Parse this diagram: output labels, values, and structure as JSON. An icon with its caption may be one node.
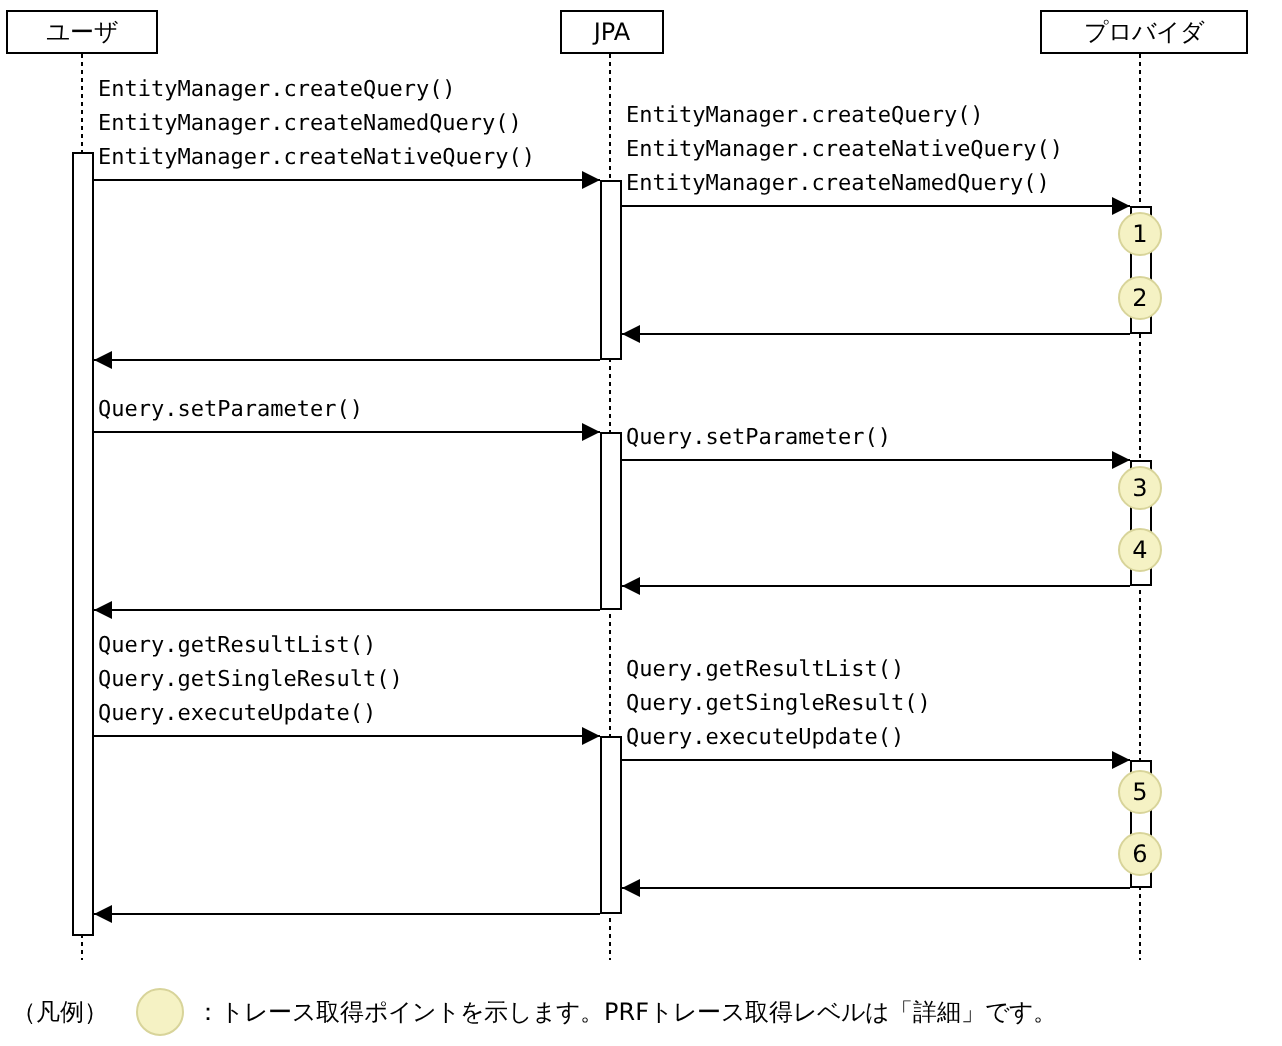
{
  "diagram": {
    "nodes": [
      {
        "text": [
          "ユーザ"
        ]
      },
      {
        "text": [
          "JPA"
        ]
      },
      {
        "text": [
          "プロバイダ"
        ]
      },
      {
        "text": [],
        "shape": "bar"
      },
      {
        "text": [],
        "shape": "bar"
      },
      {
        "text": [],
        "shape": "bar"
      },
      {
        "text": [],
        "shape": "bar"
      },
      {
        "text": [],
        "shape": "bar"
      },
      {
        "text": [],
        "shape": "bar"
      },
      {
        "text": [],
        "shape": "bar"
      },
      {
        "text": [
          "1"
        ]
      },
      {
        "text": [
          "2"
        ]
      },
      {
        "text": [
          "3"
        ]
      },
      {
        "text": [
          "4"
        ]
      },
      {
        "text": [
          "5"
        ]
      },
      {
        "text": [
          "6"
        ]
      }
    ],
    "edges": [
      {
        "from": 3,
        "to": 4,
        "arrow": "to",
        "label": "EntityManager.createQuery() EntityManager.createNamedQuery() EntityManager.createNativeQuery()"
      },
      {
        "from": 4,
        "to": 7,
        "arrow": "to",
        "label": "EntityManager.createQuery() EntityManager.createNativeQuery() EntityManager.createNamedQuery()"
      },
      {
        "from": 7,
        "to": 4,
        "arrow": "to"
      },
      {
        "from": 4,
        "to": 3,
        "arrow": "to"
      },
      {
        "from": 3,
        "to": 5,
        "arrow": "to",
        "label": "Query.setParameter()"
      },
      {
        "from": 5,
        "to": 8,
        "arrow": "to",
        "label": "Query.setParameter()"
      },
      {
        "from": 8,
        "to": 5,
        "arrow": "to"
      },
      {
        "from": 5,
        "to": 3,
        "arrow": "to"
      },
      {
        "from": 3,
        "to": 6,
        "arrow": "to",
        "label": "Query.getResultList() Query.getSingleResult() Query.executeUpdate()"
      },
      {
        "from": 6,
        "to": 9,
        "arrow": "to",
        "label": "Query.getResultList() Query.getSingleResult() Query.executeUpdate()"
      },
      {
        "from": 9,
        "to": 6,
        "arrow": "to"
      },
      {
        "from": 6,
        "to": 3,
        "arrow": "to"
      }
    ],
    "labels": [
      "（凡例）"
    ],
    "legend": [
      {
        "text": "：トレース取得ポイントを示します。PRFトレース取得レベルは「詳細」です。",
        "color": "#f5f2c4"
      }
    ]
  }
}
